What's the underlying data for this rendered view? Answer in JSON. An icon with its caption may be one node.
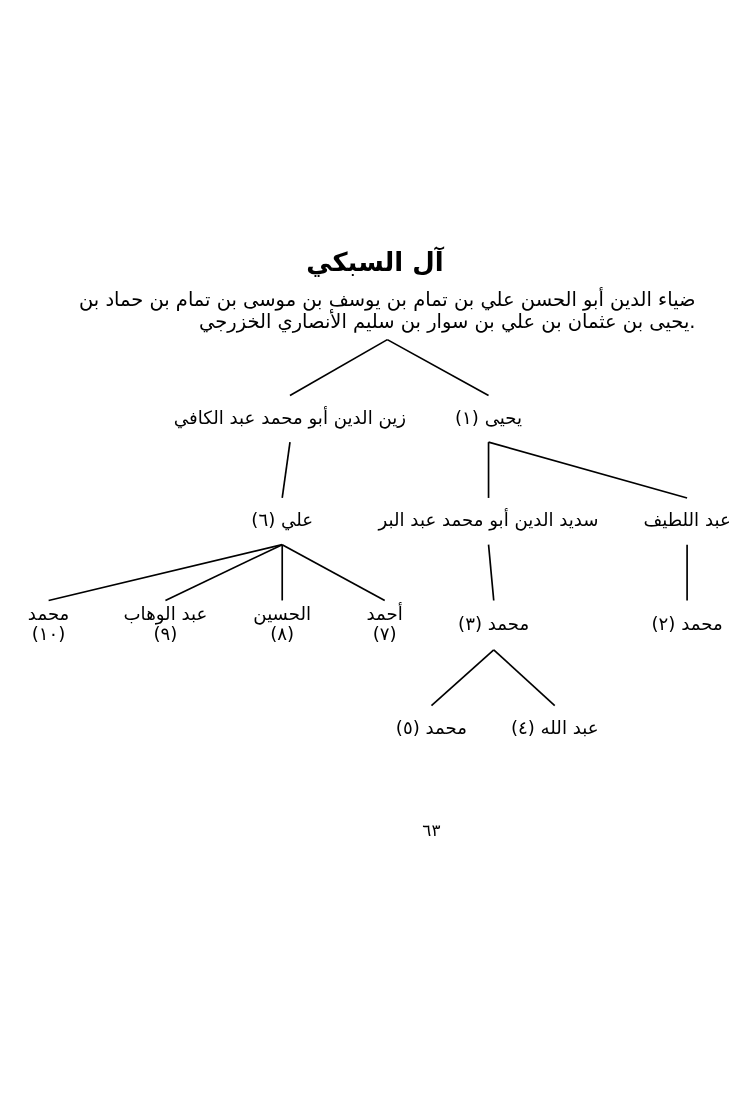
{
  "diagram": {
    "title": "آل السبكي",
    "nodes": [
      {
        "text": [
          "ضياء الدين أبو الحسن علي بن تمام بن يوسف بن موسى بن تمام بن حماد بن يحيى بن عثمان بن علي بن سوار بن سليم الأنصاري الخزرجي."
        ]
      },
      {
        "text": [
          "(١) يحيى"
        ]
      },
      {
        "text": [
          "زين الدين أبو محمد عبد الكافي"
        ]
      },
      {
        "text": [
          "عبد اللطيف"
        ]
      },
      {
        "text": [
          "سديد الدين أبو محمد عبد البر"
        ]
      },
      {
        "text": [
          "علي (٦)"
        ]
      },
      {
        "text": [
          "(٢) محمد"
        ]
      },
      {
        "text": [
          "(٣) محمد"
        ]
      },
      {
        "text": [
          "أحمد",
          "(٧)"
        ]
      },
      {
        "text": [
          "الحسين",
          "(٨)"
        ]
      },
      {
        "text": [
          "عبد الوهاب",
          "(٩)"
        ]
      },
      {
        "text": [
          "محمد",
          "(١٠)"
        ]
      },
      {
        "text": [
          "(٤) عبد الله"
        ]
      },
      {
        "text": [
          "(٥) محمد"
        ]
      }
    ],
    "edges": [
      {
        "from": 0,
        "to": 2,
        "arrow": "none"
      },
      {
        "from": 0,
        "to": 1,
        "arrow": "none"
      },
      {
        "from": 2,
        "to": 5,
        "arrow": "none"
      },
      {
        "from": 5,
        "to": 11,
        "arrow": "none"
      },
      {
        "from": 5,
        "to": 10,
        "arrow": "none"
      },
      {
        "from": 5,
        "to": 9,
        "arrow": "none"
      },
      {
        "from": 5,
        "to": 8,
        "arrow": "none"
      },
      {
        "from": 1,
        "to": 4,
        "arrow": "none"
      },
      {
        "from": 1,
        "to": 3,
        "arrow": "none"
      },
      {
        "from": 4,
        "to": 7,
        "arrow": "none"
      },
      {
        "from": 7,
        "to": 13,
        "arrow": "none"
      },
      {
        "from": 7,
        "to": 12,
        "arrow": "none"
      },
      {
        "from": 3,
        "to": 6,
        "arrow": "none"
      }
    ],
    "labels": [
      "٦٣"
    ]
  }
}
